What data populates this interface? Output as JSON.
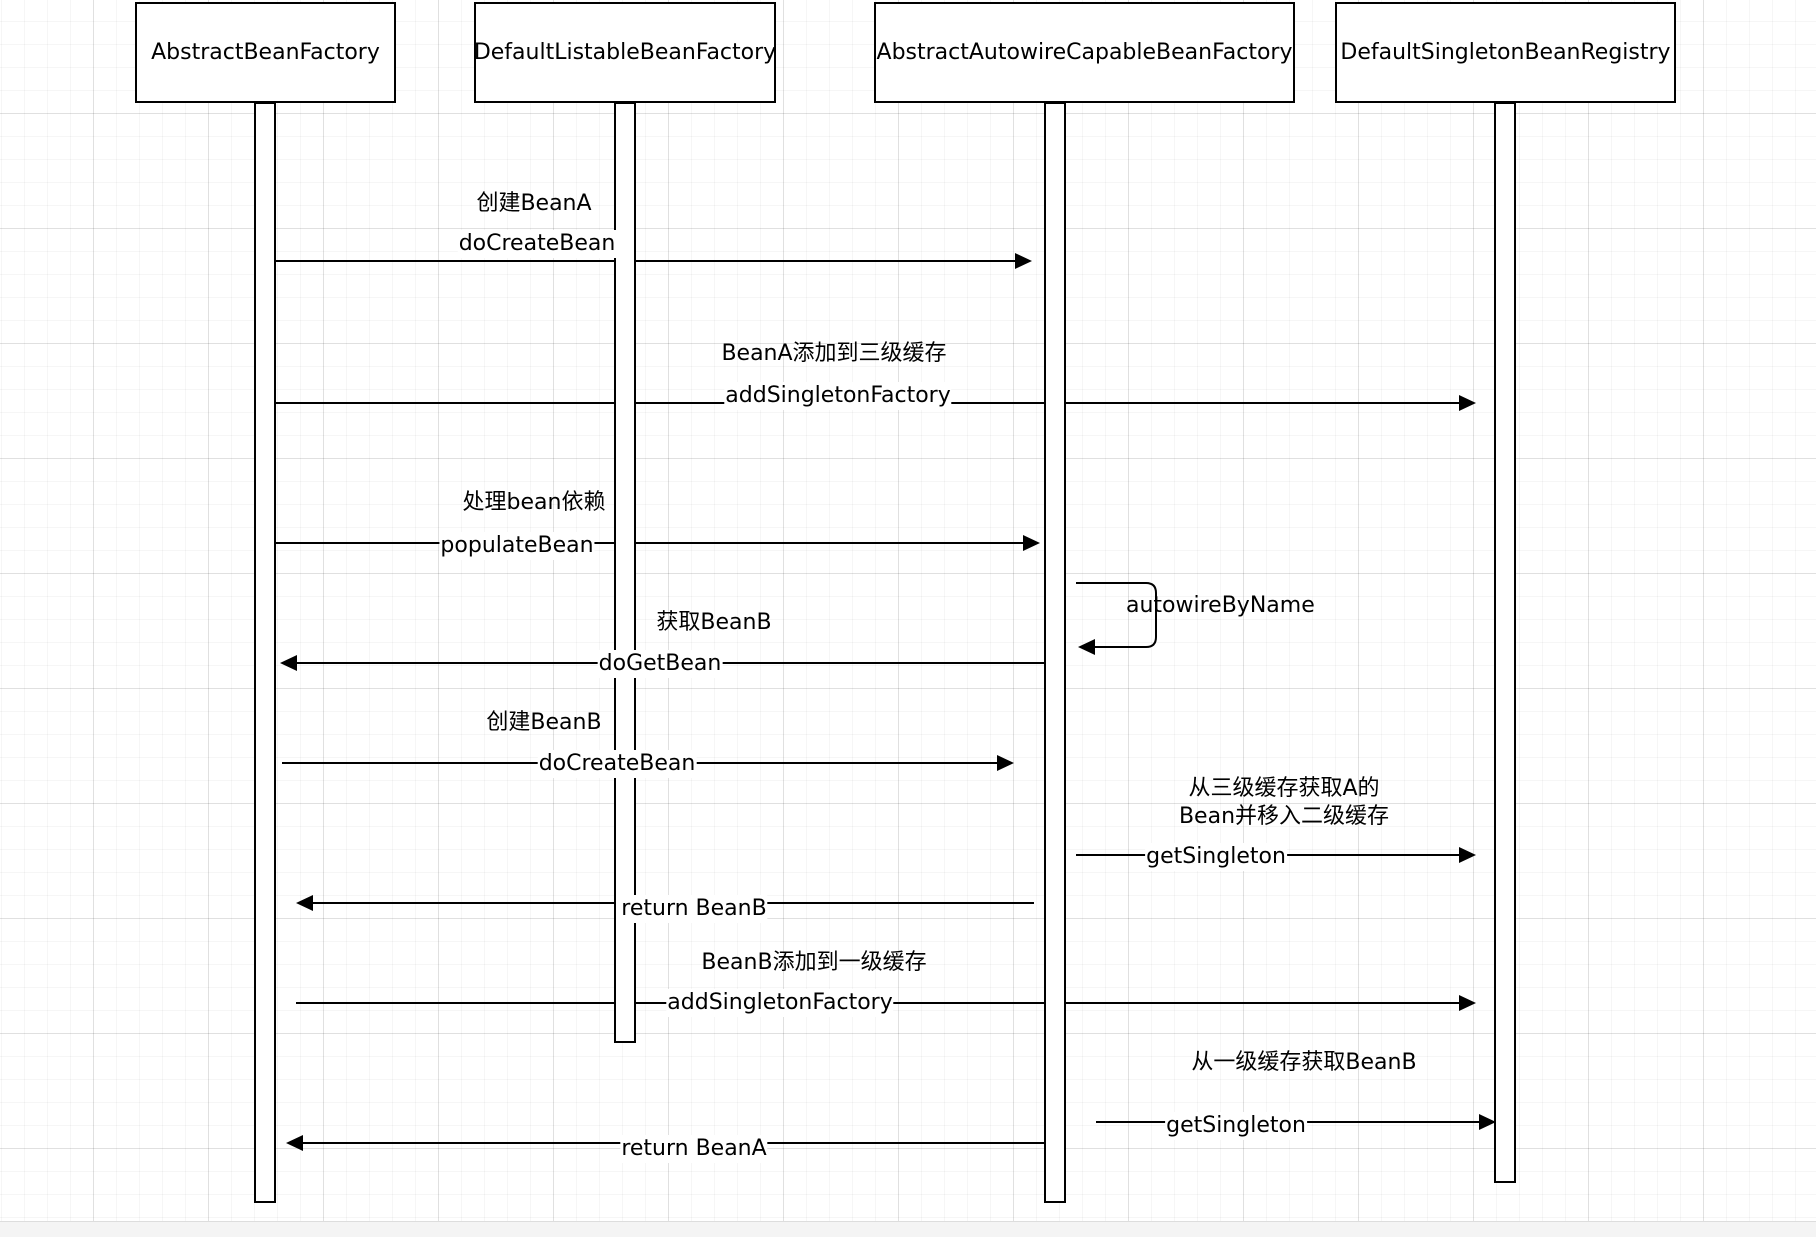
{
  "participants": [
    {
      "id": "abf",
      "label": "AbstractBeanFactory"
    },
    {
      "id": "dlbf",
      "label": "DefaultListableBeanFactory"
    },
    {
      "id": "aacbf",
      "label": "AbstractAutowireCapableBeanFactory"
    },
    {
      "id": "dsbr",
      "label": "DefaultSingletonBeanRegistry"
    }
  ],
  "messages": [
    {
      "id": "m1",
      "from": "abf",
      "to": "aacbf",
      "method": "doCreateBean",
      "note": "创建BeanA"
    },
    {
      "id": "m2",
      "from": "abf",
      "to": "dsbr",
      "method": "addSingletonFactory",
      "note": "BeanA添加到三级缓存"
    },
    {
      "id": "m3",
      "from": "abf",
      "to": "aacbf",
      "method": "populateBean",
      "note": "处理bean依赖"
    },
    {
      "id": "m4",
      "from": "aacbf",
      "to": "aacbf",
      "method": "autowireByName",
      "note": ""
    },
    {
      "id": "m5",
      "from": "aacbf",
      "to": "abf",
      "method": "doGetBean",
      "note": "获取BeanB"
    },
    {
      "id": "m6",
      "from": "abf",
      "to": "aacbf",
      "method": "doCreateBean",
      "note": "创建BeanB"
    },
    {
      "id": "m7",
      "from": "aacbf",
      "to": "dsbr",
      "method": "getSingleton",
      "note": "从三级缓存获取A的\nBean并移入二级缓存"
    },
    {
      "id": "m8",
      "from": "aacbf",
      "to": "abf",
      "method": "return BeanB",
      "note": ""
    },
    {
      "id": "m9",
      "from": "abf",
      "to": "dsbr",
      "method": "addSingletonFactory",
      "note": "BeanB添加到一级缓存"
    },
    {
      "id": "m10",
      "from": "aacbf",
      "to": "dsbr",
      "method": "getSingleton",
      "note": "从一级缓存获取BeanB"
    },
    {
      "id": "m11",
      "from": "aacbf",
      "to": "abf",
      "method": "return BeanA",
      "note": ""
    }
  ]
}
